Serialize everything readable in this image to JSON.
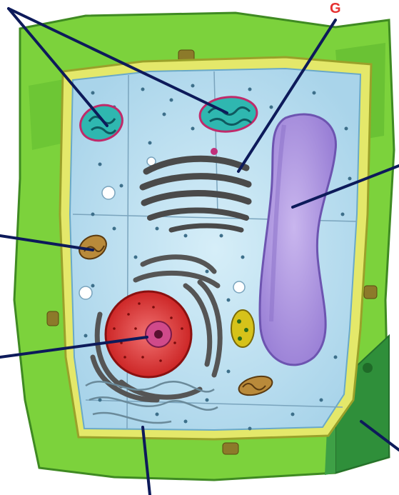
{
  "diagram": {
    "labels": {
      "g": "G"
    },
    "colors": {
      "cell_wall": "#7cd23c",
      "cell_wall_dark": "#3f9a2a",
      "cell_wall_side": "#2f8f3a",
      "membrane": "#e4e86a",
      "cytoplasm": "#bfe3f2",
      "vacuole": "#b39be0",
      "nucleus": "#e33a3a",
      "nucleolus": "#d04a8a",
      "mitochondria": "#2fb7b0",
      "golgi": "#4a4a4a",
      "pointer": "#0d1a5a",
      "label_text": "#e53030"
    },
    "structures": [
      "cell-wall",
      "cell-membrane",
      "cytoplasm",
      "central-vacuole",
      "nucleus",
      "nucleolus",
      "chloroplast",
      "golgi-apparatus",
      "endoplasmic-reticulum",
      "mitochondrion",
      "ribosome"
    ]
  }
}
